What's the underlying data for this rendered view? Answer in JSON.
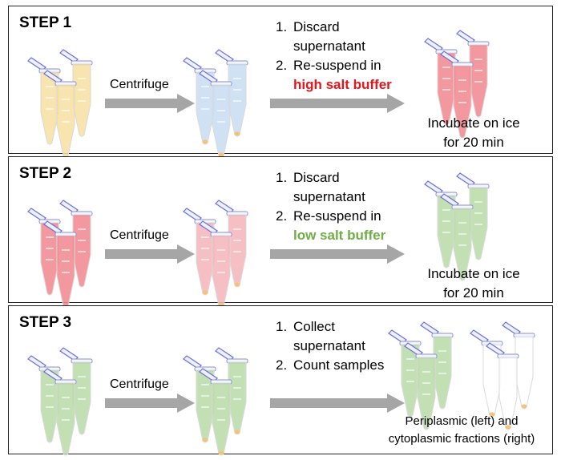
{
  "steps": [
    {
      "title": "STEP 1",
      "centrifuge": "Centrifuge",
      "instr1": "Discard",
      "instr1b": "supernatant",
      "instr2": "Re-suspend in",
      "buffer": "high salt buffer",
      "buffer_color": "#e8141c",
      "after": [
        "Incubate on ice",
        "for 20 min"
      ]
    },
    {
      "title": "STEP 2",
      "centrifuge": "Centrifuge",
      "instr1": "Discard",
      "instr1b": "supernatant",
      "instr2": "Re-suspend in",
      "buffer": "low salt buffer",
      "buffer_color": "#70ad47",
      "after": [
        "Incubate on ice",
        "for 20 min"
      ]
    },
    {
      "title": "STEP 3",
      "centrifuge": "Centrifuge",
      "instr1": "Collect",
      "instr1b": "supernatant",
      "instr2": "Count samples",
      "after": [
        "Periplasmic (left) and",
        "cytoplasmic fractions (right)"
      ]
    }
  ],
  "colors": {
    "yellow": "#f6dfa0",
    "blue": "#c9dcf2",
    "red": "#f0868d",
    "pink": "#f5b4b9",
    "green": "#b9dba8",
    "white": "#ffffff",
    "pellet": "#f4c37a",
    "arrow": "#a6a6a6"
  }
}
